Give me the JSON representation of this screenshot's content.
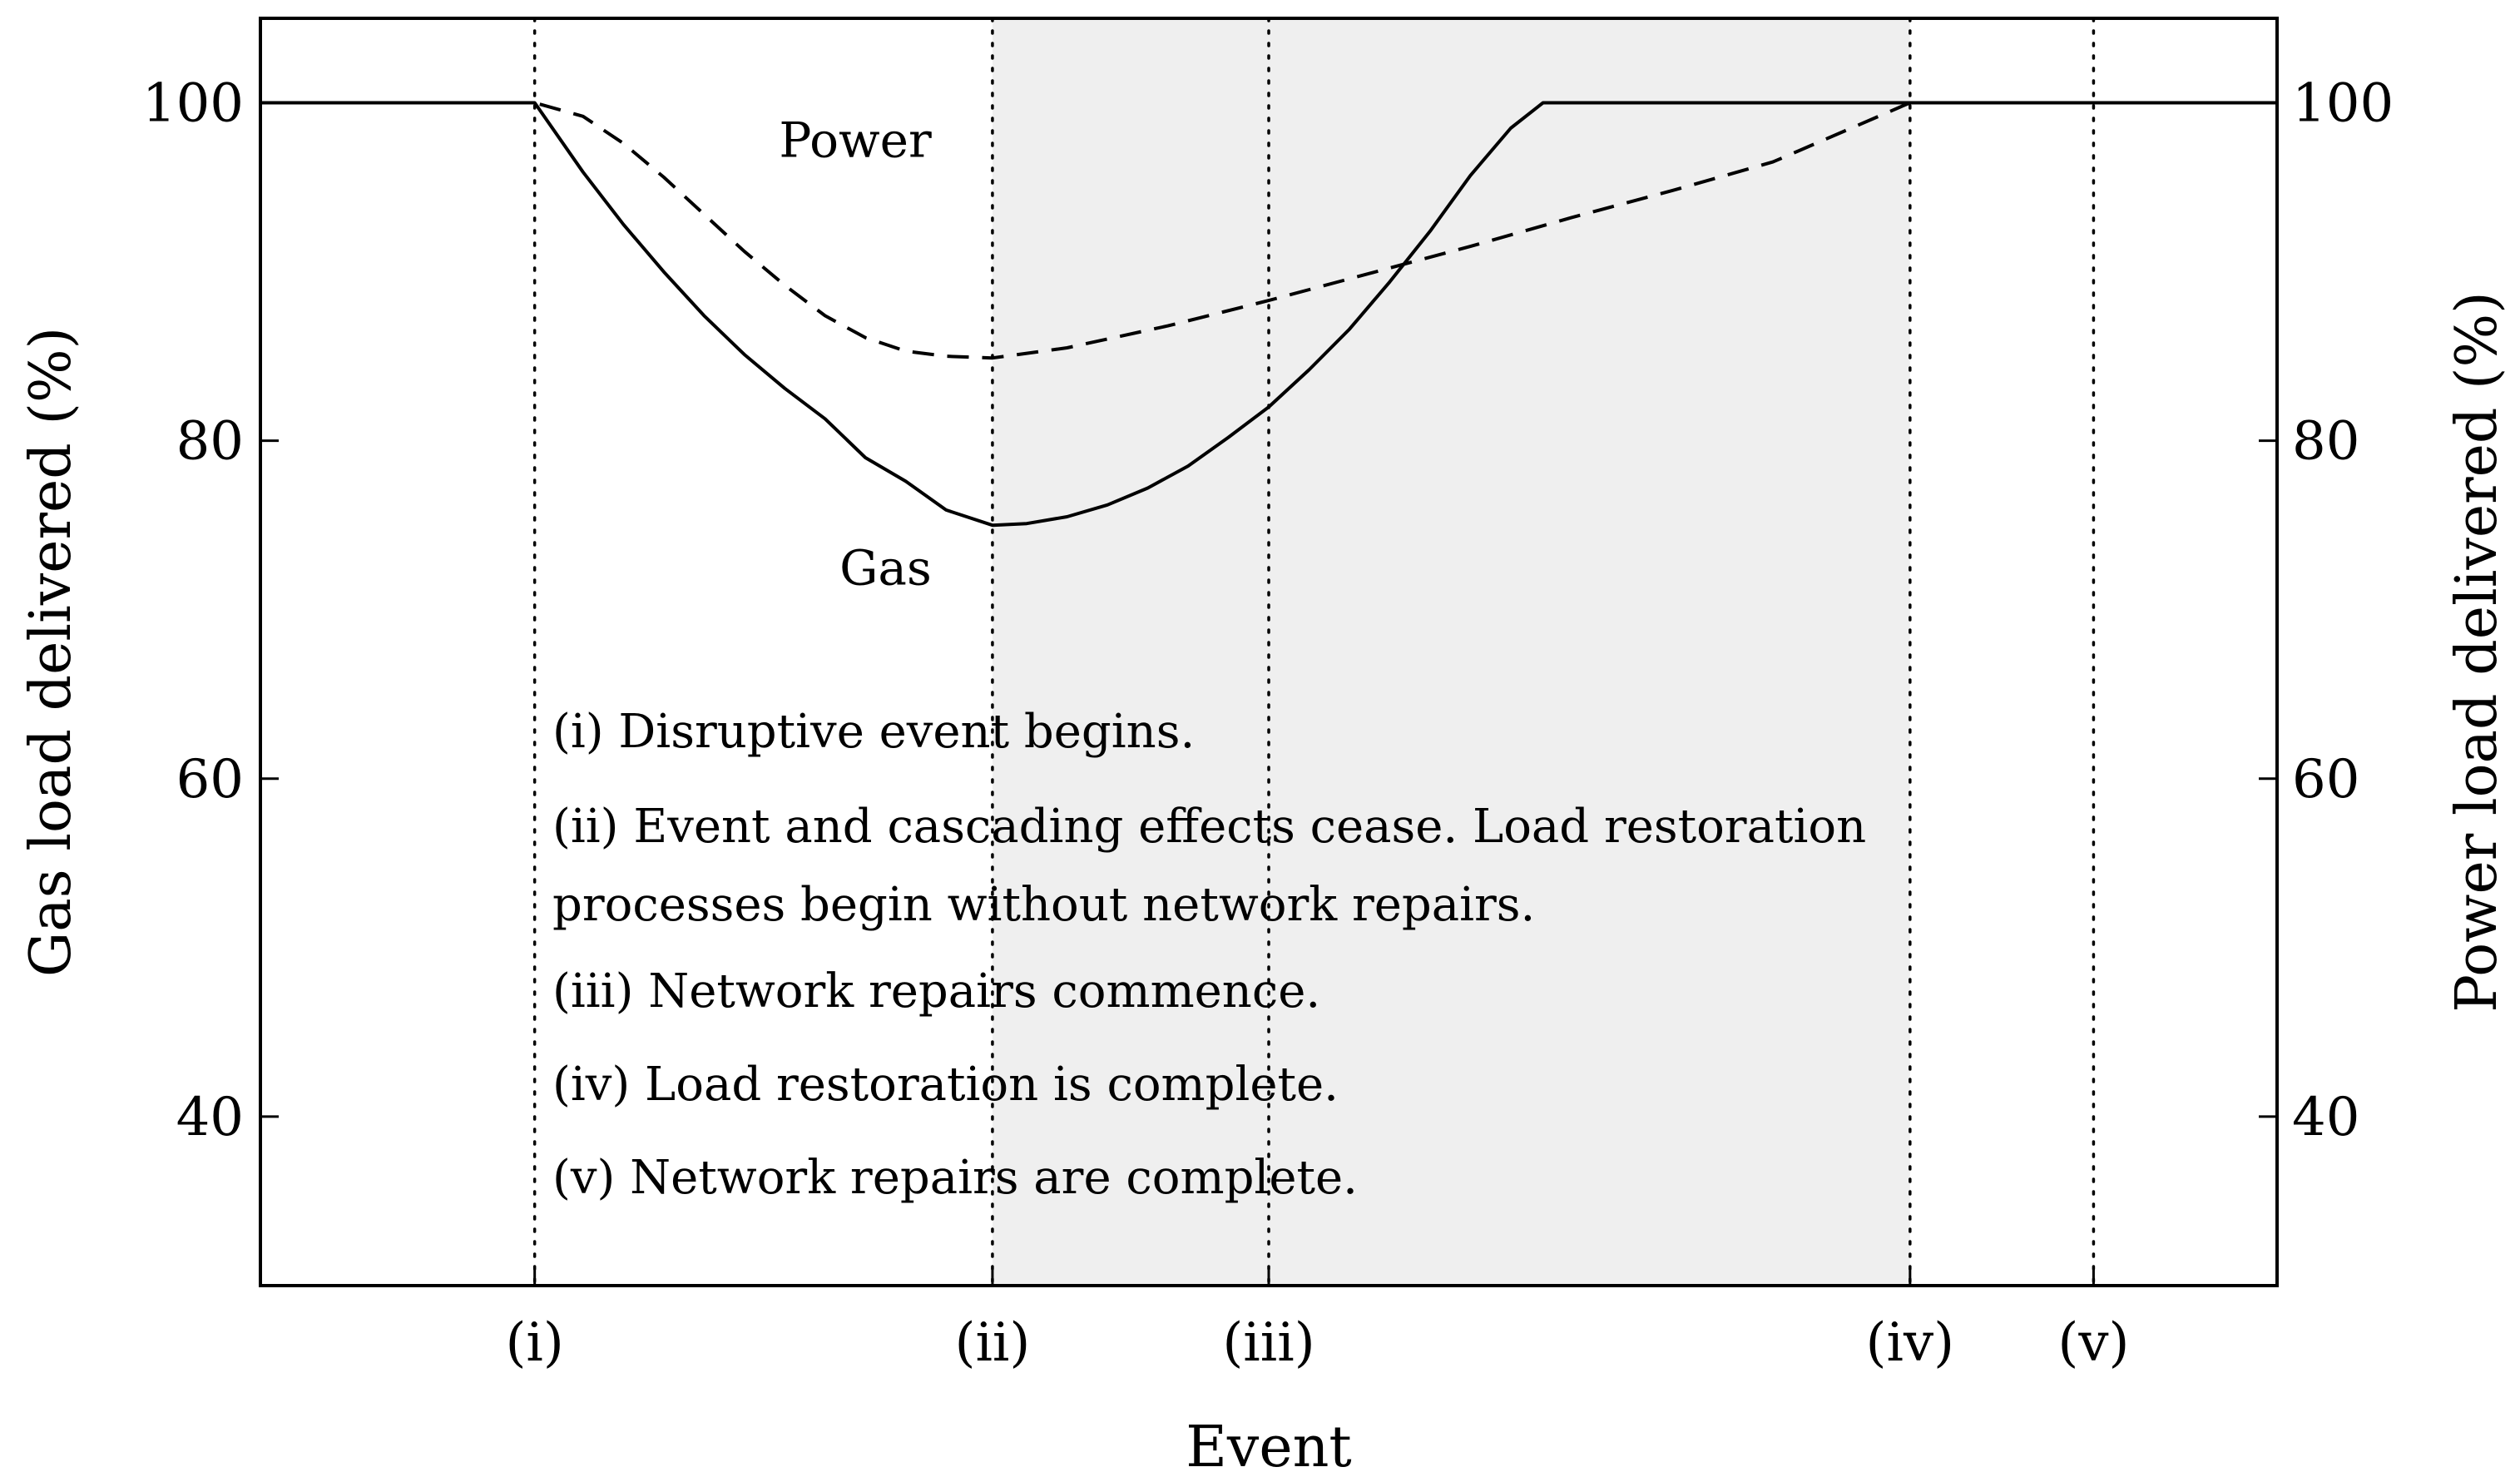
{
  "chart_data": {
    "type": "line",
    "xlabel": "Event",
    "ylabel_left": "Gas load delivered (%)",
    "ylabel_right": "Power load delivered (%)",
    "xlim": [
      0,
      100
    ],
    "ylim": [
      30,
      105
    ],
    "y_ticks": [
      40,
      60,
      80,
      100
    ],
    "y_tick_labels": [
      "40",
      "60",
      "80",
      "100"
    ],
    "grid": false,
    "events": [
      {
        "label": "(i)",
        "x": 13.6
      },
      {
        "label": "(ii)",
        "x": 36.3
      },
      {
        "label": "(iii)",
        "x": 50.0
      },
      {
        "label": "(iv)",
        "x": 81.8
      },
      {
        "label": "(v)",
        "x": 90.9
      }
    ],
    "shaded_region": {
      "x_start": 36.3,
      "x_end": 81.8,
      "color": "#efefef"
    },
    "series": [
      {
        "name": "Gas",
        "style": "solid",
        "x": [
          0,
          13.6,
          16,
          18,
          20,
          22,
          24,
          26,
          28,
          30,
          32,
          34,
          36.3,
          38,
          40,
          42,
          44,
          46,
          48,
          50,
          52,
          54,
          56,
          58,
          60,
          62,
          63.6,
          70,
          80,
          90,
          100
        ],
        "y": [
          100,
          100,
          95.9,
          92.8,
          90.0,
          87.4,
          85.1,
          83.1,
          81.3,
          79.0,
          77.6,
          75.9,
          75.0,
          75.1,
          75.5,
          76.2,
          77.2,
          78.5,
          80.2,
          82.0,
          84.2,
          86.6,
          89.4,
          92.4,
          95.7,
          98.5,
          100,
          100,
          100,
          100,
          100
        ]
      },
      {
        "name": "Power",
        "style": "dashed",
        "x": [
          0,
          13.6,
          16,
          18,
          20,
          22,
          24,
          26,
          28,
          30,
          32,
          34,
          36.3,
          40,
          45,
          50,
          55,
          60,
          65,
          70,
          75,
          81.8,
          90,
          100
        ],
        "y": [
          100,
          100,
          99.2,
          97.6,
          95.6,
          93.4,
          91.2,
          89.2,
          87.4,
          86.1,
          85.3,
          85.0,
          84.9,
          85.5,
          86.8,
          88.3,
          89.9,
          91.5,
          93.2,
          94.8,
          96.5,
          100,
          100,
          100
        ]
      }
    ],
    "series_labels": [
      {
        "text": "Power",
        "x": 29.5,
        "y": 96.8
      },
      {
        "text": "Gas",
        "x": 31,
        "y": 71.5
      }
    ],
    "legend_notes": [
      "(i) Disruptive event begins.",
      "(ii) Event and cascading effects cease. Load restoration",
      "processes begin without network repairs.",
      "(iii) Network repairs commence.",
      "(iv) Load restoration is complete.",
      "(v) Network repairs are complete."
    ]
  }
}
